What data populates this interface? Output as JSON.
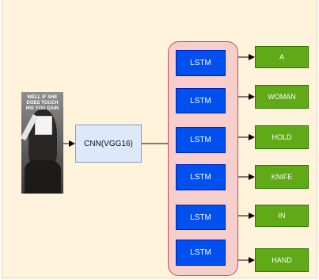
{
  "diagram": {
    "image_caption": "WELL IF SHE DOES TOUCH HIS YOU GAIN",
    "encoder_label": "CNN(VGG16)",
    "decoder_cells": [
      "LSTM",
      "LSTM",
      "LSTM",
      "LSTM",
      "LSTM",
      "LSTM"
    ],
    "output_words": [
      "A",
      "WOMAN",
      "HOLD",
      "KNIFE",
      "IN",
      "HAND"
    ],
    "colors": {
      "background": "#fff3db",
      "encoder_fill": "#dbe9fa",
      "decoder_group_fill": "#f8cecc",
      "lstm_fill": "#0050ef",
      "word_fill": "#60a917",
      "connector": "#000000"
    }
  }
}
